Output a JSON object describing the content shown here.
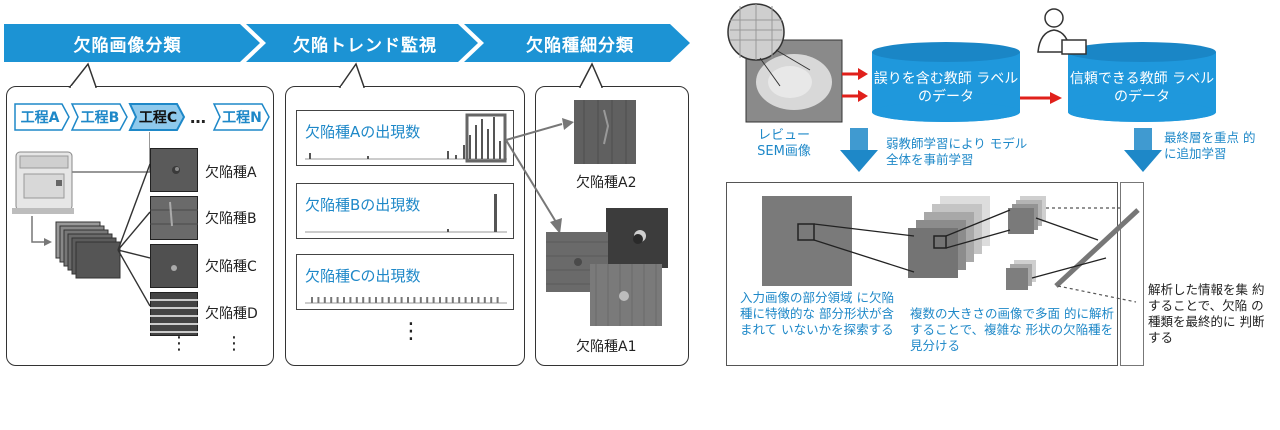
{
  "pipeline": {
    "stage1": "欠陥画像分類",
    "stage2": "欠陥トレンド監視",
    "stage3": "欠陥種細分類"
  },
  "process": {
    "steps": [
      "工程A",
      "工程B",
      "工程C"
    ],
    "ellipsis": "…",
    "last_step": "工程N"
  },
  "defects": [
    "欠陥種A",
    "欠陥種B",
    "欠陥種C",
    "欠陥種D"
  ],
  "charts": [
    {
      "title": "欠陥種Aの出現数"
    },
    {
      "title": "欠陥種Bの出現数"
    },
    {
      "title": "欠陥種Cの出現数"
    }
  ],
  "subclasses": [
    "欠陥種A2",
    "欠陥種A1"
  ],
  "training": {
    "review_label": "レビュー SEM画像",
    "noisy_db": "誤りを含む教師 ラベルのデータ",
    "clean_db": "信頼できる教師 ラベルのデータ",
    "pretrain_note": "弱教師学習により モデル全体を事前学習",
    "finetune_note": "最終層を重点 的に追加学習"
  },
  "model": {
    "desc1": "入力画像の部分領域 に欠陥種に特徴的な 部分形状が含まれて いないかを探索する",
    "desc2": "複数の大きさの画像で多面 的に解析することで、複雑な 形状の欠陥種を見分ける",
    "desc3": "解析した情報を集 約することで、欠陥 の種類を最終的に 判断する"
  },
  "colors": {
    "accent_blue": "#1e88c8",
    "chevron_blue": "#1c93d4",
    "db_blue": "#1f98dc",
    "arrow_red": "#e0201b"
  }
}
